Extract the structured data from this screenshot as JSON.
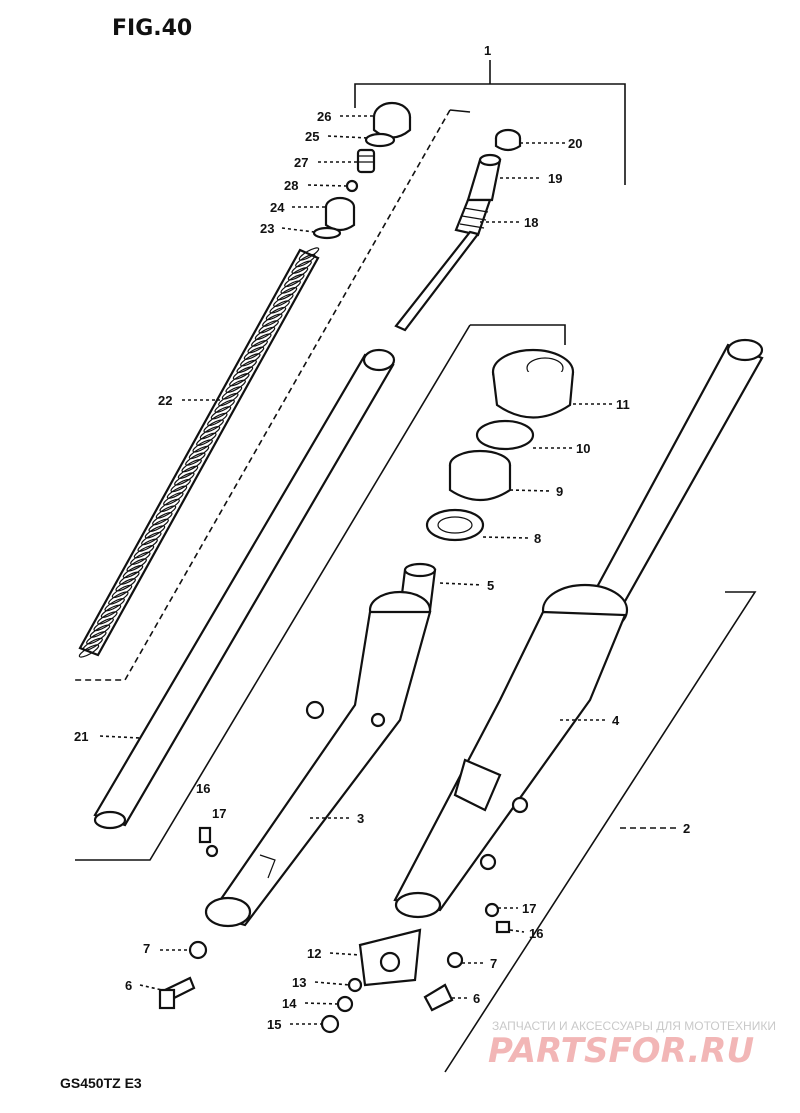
{
  "figure": {
    "title": "FIG.40",
    "model": "GS450TZ  E3"
  },
  "callouts": [
    {
      "id": "c1",
      "text": "1"
    },
    {
      "id": "c2",
      "text": "2"
    },
    {
      "id": "c3",
      "text": "3"
    },
    {
      "id": "c4",
      "text": "4"
    },
    {
      "id": "c5",
      "text": "5"
    },
    {
      "id": "c6a",
      "text": "6"
    },
    {
      "id": "c6b",
      "text": "6"
    },
    {
      "id": "c7a",
      "text": "7"
    },
    {
      "id": "c7b",
      "text": "7"
    },
    {
      "id": "c8",
      "text": "8"
    },
    {
      "id": "c9",
      "text": "9"
    },
    {
      "id": "c10",
      "text": "10"
    },
    {
      "id": "c11",
      "text": "11"
    },
    {
      "id": "c12",
      "text": "12"
    },
    {
      "id": "c13",
      "text": "13"
    },
    {
      "id": "c14",
      "text": "14"
    },
    {
      "id": "c15",
      "text": "15"
    },
    {
      "id": "c16a",
      "text": "16"
    },
    {
      "id": "c16b",
      "text": "16"
    },
    {
      "id": "c17a",
      "text": "17"
    },
    {
      "id": "c17b",
      "text": "17"
    },
    {
      "id": "c18",
      "text": "18"
    },
    {
      "id": "c19",
      "text": "19"
    },
    {
      "id": "c20",
      "text": "20"
    },
    {
      "id": "c21",
      "text": "21"
    },
    {
      "id": "c22",
      "text": "22"
    },
    {
      "id": "c23",
      "text": "23"
    },
    {
      "id": "c24",
      "text": "24"
    },
    {
      "id": "c25",
      "text": "25"
    },
    {
      "id": "c26",
      "text": "26"
    },
    {
      "id": "c27",
      "text": "27"
    },
    {
      "id": "c28",
      "text": "28"
    }
  ],
  "watermark": {
    "tagline": "ЗАПЧАСТИ И АКСЕССУАРЫ ДЛЯ МОТОТЕХНИКИ",
    "brand": "PARTSFOR.RU"
  }
}
